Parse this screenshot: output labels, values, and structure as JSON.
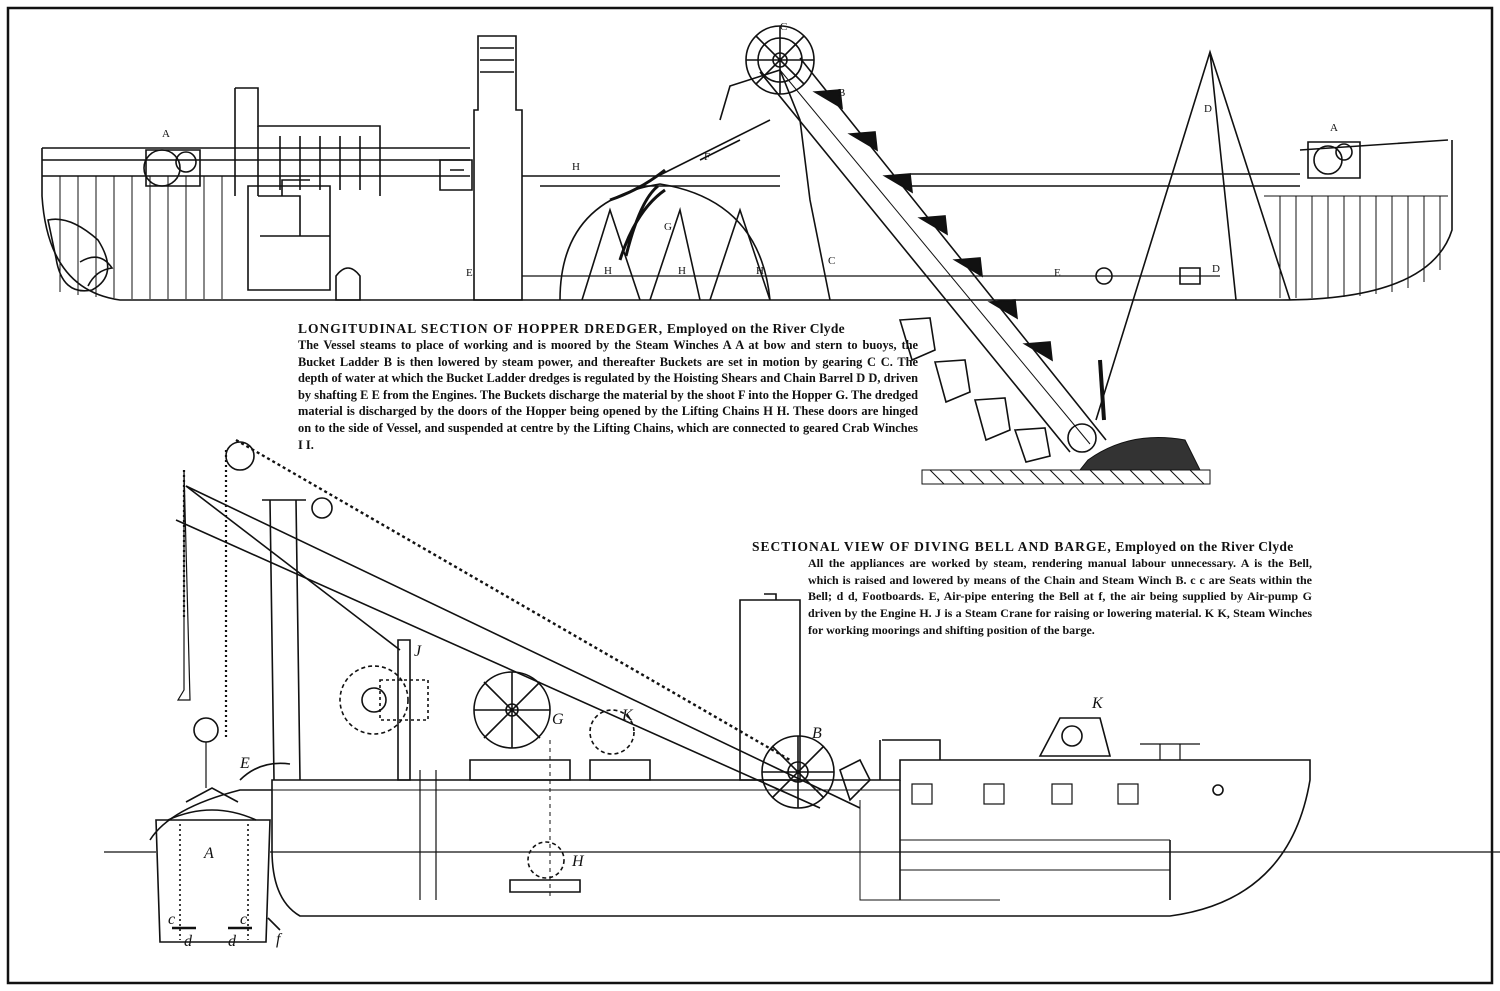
{
  "dredger": {
    "title_main": "LONGITUDINAL SECTION OF HOPPER DREDGER,",
    "title_rest": "Employed on the River Clyde",
    "body": "The Vessel steams to place of working and is moored by the Steam Winches A A at bow and stern to buoys, the Bucket Ladder B is then lowered by steam power, and thereafter Buckets are set in motion by gearing C C. The depth of water at which the Bucket Ladder dredges is regulated by the Hoisting Shears and Chain Barrel D D, driven by shafting E E from the Engines. The Buckets discharge the material by the shoot F into the Hopper G. The dredged material is discharged by the doors of the Hopper being opened by the Lifting Chains H H. These doors are hinged on to the side of Vessel, and suspended at centre by the Lifting Chains, which are connected to geared Crab Winches I I.",
    "labels": {
      "a": "A",
      "b": "B",
      "c": "C",
      "d": "D",
      "e": "E",
      "f": "F",
      "g": "G",
      "h": "H"
    }
  },
  "bell": {
    "title_main": "SECTIONAL VIEW OF DIVING BELL AND BARGE,",
    "title_rest": "Employed on the River Clyde",
    "body": "All the appliances are worked by steam, rendering manual labour unnecessary. A is the Bell, which is raised and lowered by means of the Chain and Steam Winch B. c c are Seats within the Bell; d d, Footboards. E, Air-pipe entering the Bell at f, the air being supplied by Air-pump G driven by the Engine H. J is a Steam Crane for raising or lowering material. K K, Steam Winches for working moorings and shifting position of the barge.",
    "labels": {
      "a": "A",
      "b": "B",
      "c": "c",
      "d": "d",
      "e": "E",
      "f": "f",
      "g": "G",
      "h": "H",
      "j": "J",
      "k": "K"
    }
  }
}
